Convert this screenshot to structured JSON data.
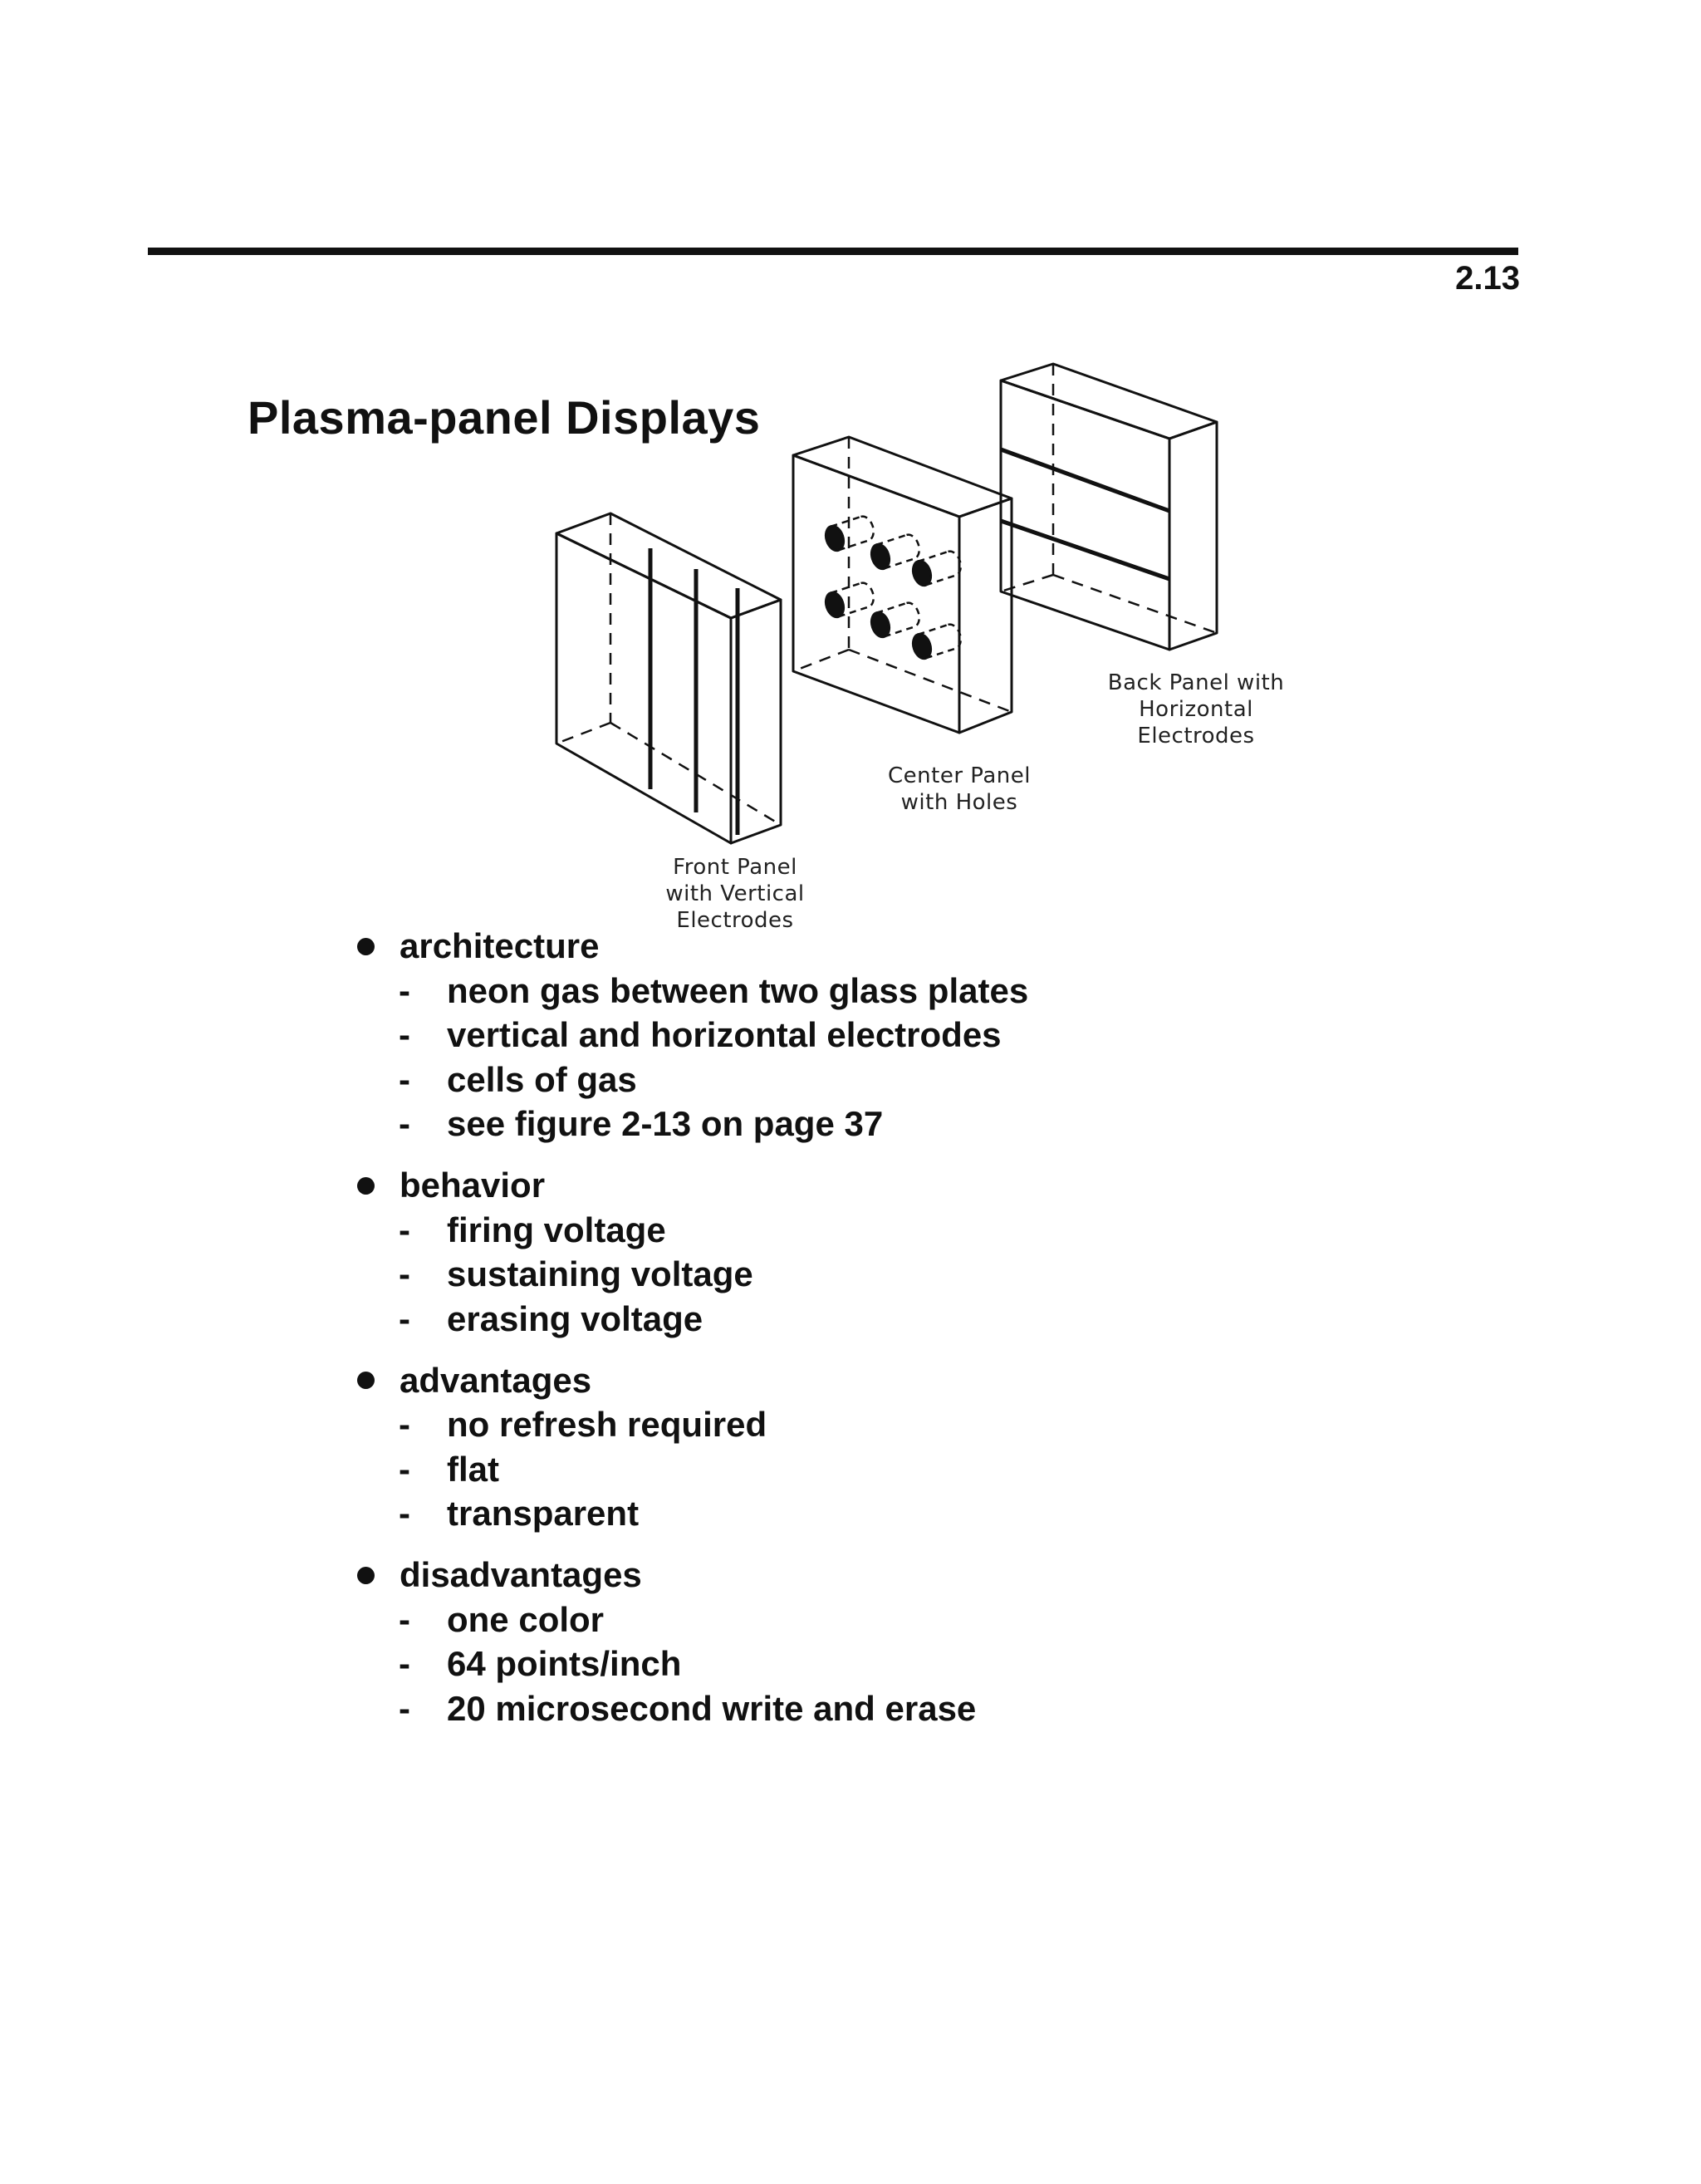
{
  "header": {
    "page_number": "2.13"
  },
  "title": "Plasma-panel Displays",
  "figure": {
    "captions": {
      "back": "Back Panel with\nHorizontal\nElectrodes",
      "center": "Center Panel\nwith Holes",
      "front": "Front Panel\nwith Vertical\nElectrodes"
    }
  },
  "sections": [
    {
      "heading": "architecture",
      "items": [
        "neon gas between two glass plates",
        "vertical and horizontal electrodes",
        "cells of gas",
        "see figure 2-13 on page 37"
      ]
    },
    {
      "heading": "behavior",
      "items": [
        "firing voltage",
        "sustaining voltage",
        "erasing voltage"
      ]
    },
    {
      "heading": "advantages",
      "items": [
        "no refresh required",
        "flat",
        "transparent"
      ]
    },
    {
      "heading": "disadvantages",
      "items": [
        "one color",
        "64 points/inch",
        "20 microsecond write and erase"
      ]
    }
  ]
}
